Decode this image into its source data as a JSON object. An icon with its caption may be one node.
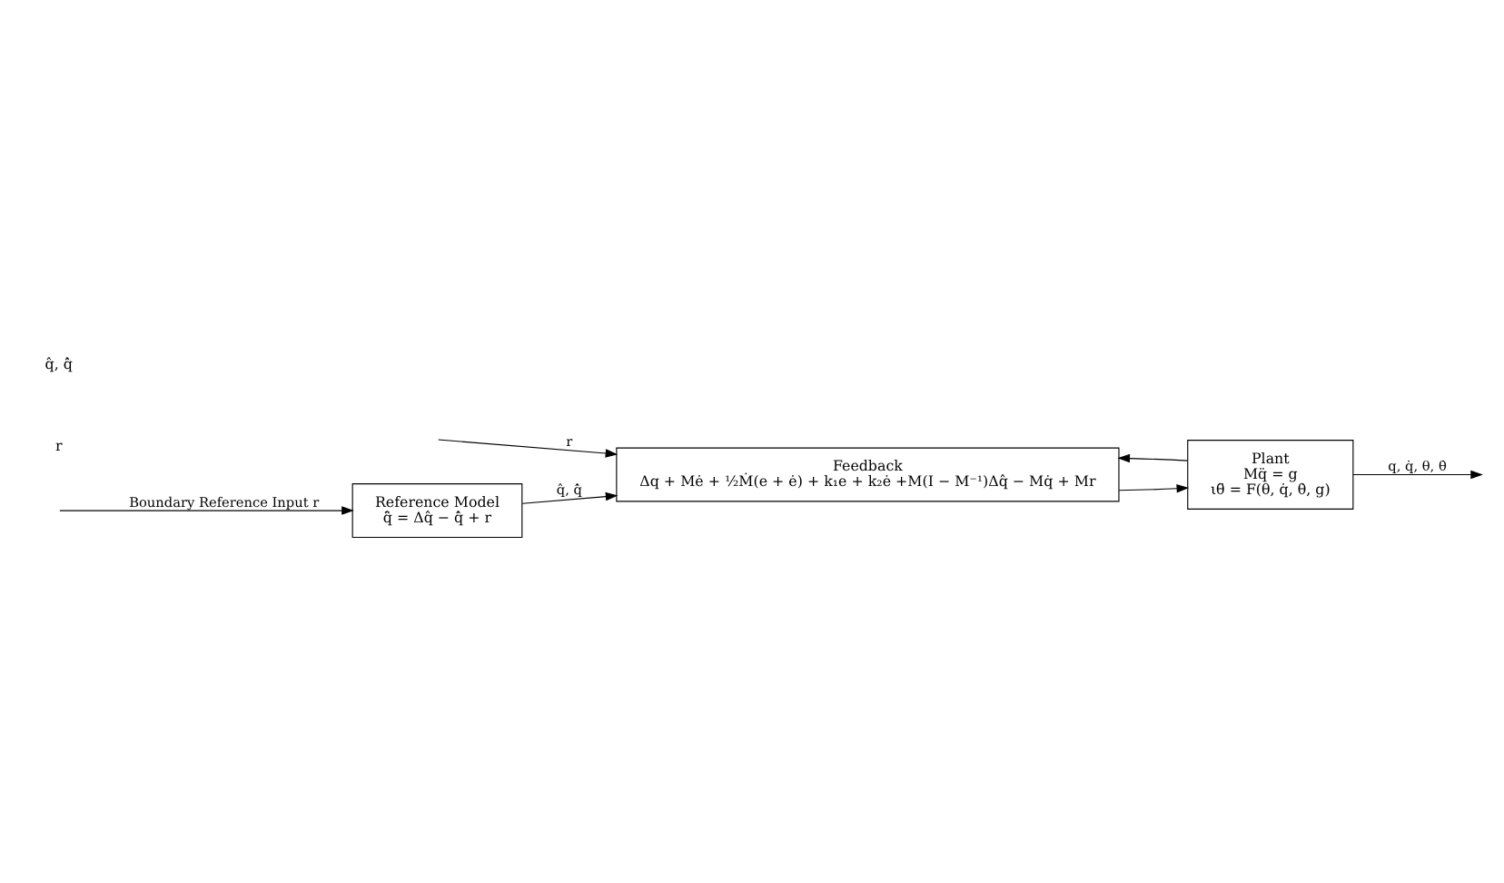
{
  "diagram": {
    "nodes": [
      {
        "text": [
          "Reference Model",
          "q̂̈ = Δq̂ − q̂̇ + r"
        ]
      },
      {
        "text": [
          "Plant",
          "Mq̈ = g",
          "ιθ̈ = F(θ, q̇, θ̇, g)"
        ]
      },
      {
        "text": [
          "Feedback",
          "Δq + Mė + ½Ṁ(e + ė) + k₁e + k₂ė +M(I − M⁻¹)Δq̂ − Mq̇ + Mr"
        ]
      }
    ],
    "edges": [
      {
        "from": null,
        "to": 0,
        "arrow": "to",
        "label": "Boundary Reference Input r"
      },
      {
        "from": null,
        "to": 2,
        "arrow": "to",
        "label": "r"
      },
      {
        "from": 1,
        "to": null,
        "arrow": "to",
        "label": "q, q̇, θ, θ̇"
      },
      {
        "from": 1,
        "to": 2,
        "arrow": "to"
      },
      {
        "from": 2,
        "to": 1,
        "arrow": "to"
      },
      {
        "from": 0,
        "to": 2,
        "arrow": "to",
        "label": "q̂, q̂̇"
      }
    ],
    "labels": [
      "r",
      "q̂, q̂̇"
    ]
  }
}
